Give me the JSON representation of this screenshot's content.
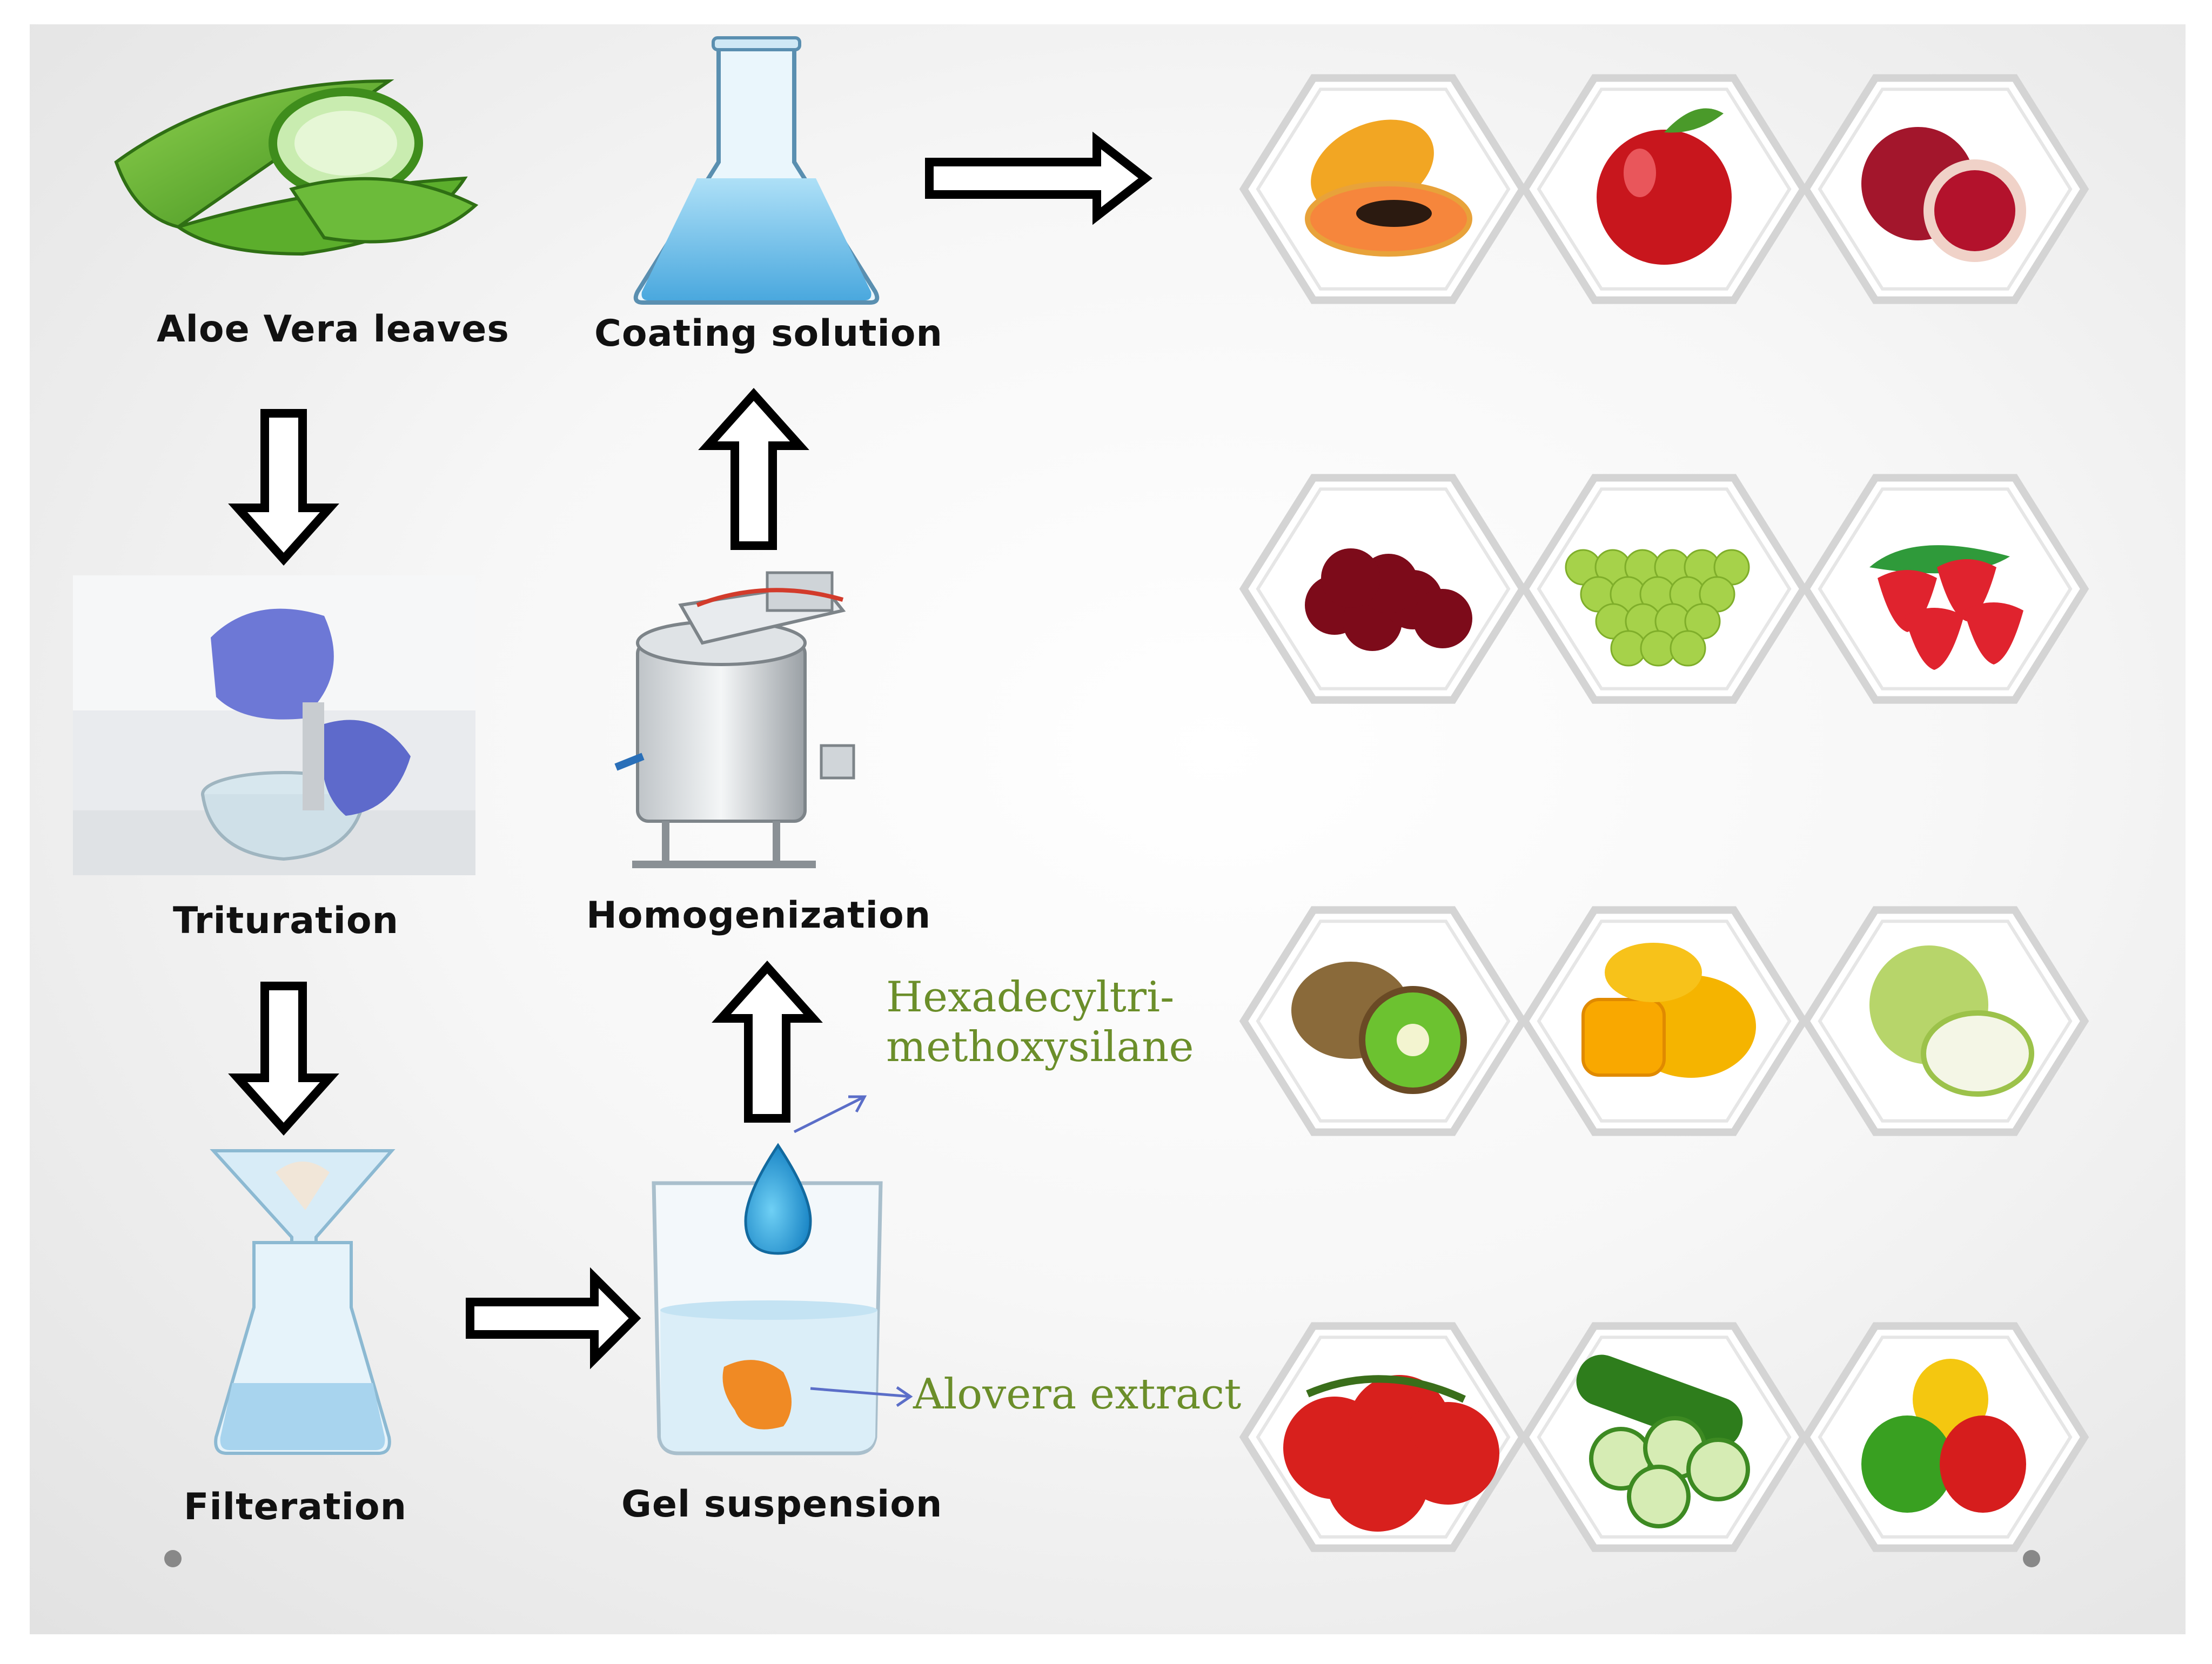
{
  "steps": {
    "aloe_leaves": "Aloe Vera leaves",
    "coating_solution": "Coating solution",
    "trituration": "Trituration",
    "homogenization": "Homogenization",
    "filteration": "Filteration",
    "gel_suspension": "Gel suspension"
  },
  "annotations": {
    "silane_line1": "Hexadecyltri-",
    "silane_line2": "methoxysilane",
    "extract": "Alovera extract"
  },
  "produce_grid": [
    [
      "papaya",
      "apple",
      "pomegranate"
    ],
    [
      "cherries",
      "grapes",
      "strawberries"
    ],
    [
      "kiwi",
      "mango",
      "guava"
    ],
    [
      "tomatoes",
      "cucumber",
      "bell-peppers"
    ]
  ],
  "colors": {
    "annotation_green": "#6b8e2a",
    "hex_frame": "#d4d4d4"
  }
}
